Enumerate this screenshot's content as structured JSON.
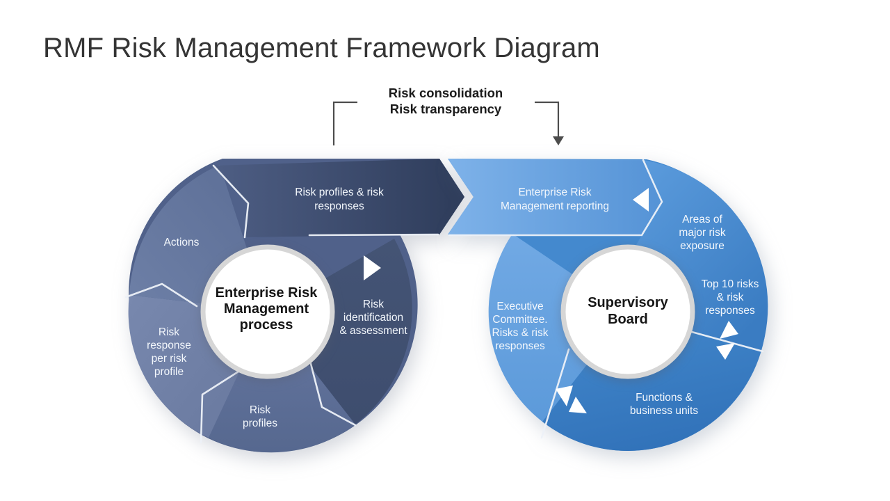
{
  "title": "RMF Risk Management Framework Diagram",
  "annotation": {
    "line1": "Risk consolidation",
    "line2": "Risk transparency"
  },
  "left_cycle": {
    "hub": {
      "lines": [
        "Enterprise Risk",
        "Management",
        "process"
      ]
    },
    "band": {
      "lines": [
        "Risk profiles & risk",
        "responses"
      ]
    },
    "segments": [
      {
        "id": "actions",
        "lines": [
          "Actions"
        ]
      },
      {
        "id": "risk-response",
        "lines": [
          "Risk",
          "response",
          "per risk",
          "profile"
        ]
      },
      {
        "id": "risk-profiles",
        "lines": [
          "Risk",
          "profiles"
        ]
      },
      {
        "id": "risk-identification",
        "lines": [
          "Risk",
          "identification",
          "& assessment"
        ]
      }
    ]
  },
  "right_cycle": {
    "hub": {
      "lines": [
        "Supervisory",
        "Board"
      ]
    },
    "band": {
      "lines": [
        "Enterprise Risk",
        "Management reporting"
      ]
    },
    "segments": [
      {
        "id": "areas-of-major-risk-exposure",
        "lines": [
          "Areas of",
          "major risk",
          "exposure"
        ]
      },
      {
        "id": "top-10-risks",
        "lines": [
          "Top 10 risks",
          "& risk",
          "responses"
        ]
      },
      {
        "id": "functions-business-units",
        "lines": [
          "Functions &",
          "business units"
        ]
      },
      {
        "id": "executive-committee",
        "lines": [
          "Executive",
          "Committee.",
          "Risks & risk",
          "responses"
        ]
      }
    ]
  },
  "colors": {
    "dark_band_start": "#4e5e84",
    "dark_band_end": "#2e3c5a",
    "slate_segment": "#42527360",
    "actions_segment": "#67799f",
    "response_segment": "#7484aa",
    "profiles_segment": "#5a6c94",
    "light_band_start": "#7eb2e9",
    "light_band_end": "#5593d6",
    "areas_segment": "#4a8fd3",
    "functions_segment": "#3c80c5",
    "executive_segment": "#68a2e0",
    "hub_ring": "#d6d6d6",
    "divider": "#edf1f8",
    "annotation_ink": "#1b1b1b",
    "title_ink": "#343434"
  }
}
